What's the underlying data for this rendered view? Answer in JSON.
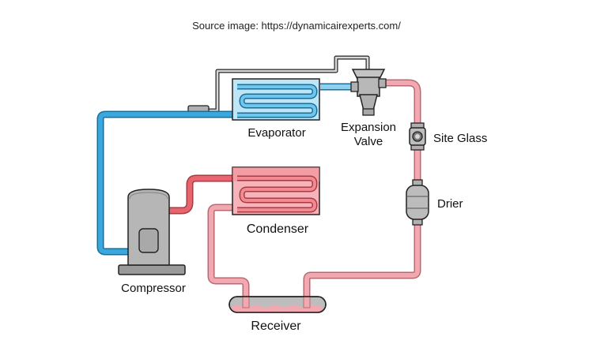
{
  "source_caption": "Source image: https://dynamicairexperts.com/",
  "labels": {
    "evaporator": "Evaporator",
    "expansion_valve_line1": "Expansion",
    "expansion_valve_line2": "Valve",
    "site_glass": "Site Glass",
    "drier": "Drier",
    "condenser": "Condenser",
    "compressor": "Compressor",
    "receiver": "Receiver"
  },
  "colors": {
    "cold_line": "#3aa8dc",
    "cold_line_dark": "#1a6d99",
    "hot_line": "#e8646e",
    "hot_line_dark": "#a83a42",
    "warm_liquid_line": "#f2a8b0",
    "warm_liquid_dark": "#b86a72",
    "capillary": "#d8d8d8",
    "component_gray": "#b4b4b4",
    "outline": "#222222"
  }
}
